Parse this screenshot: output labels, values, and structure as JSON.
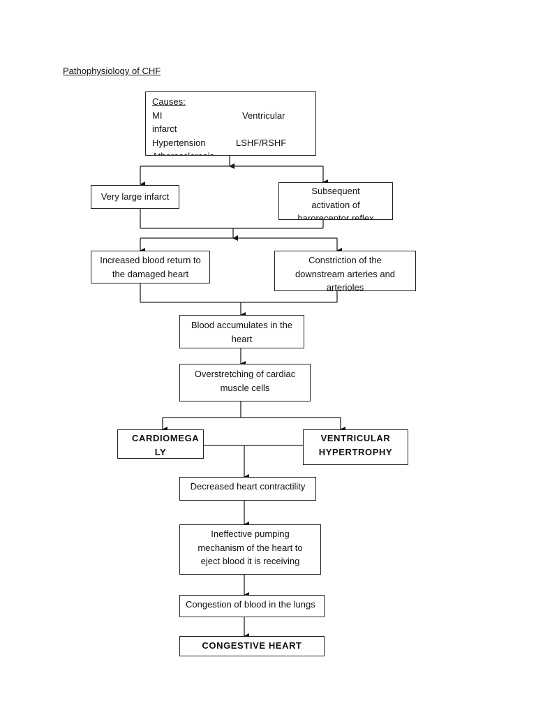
{
  "title": "Pathophysiology of CHF",
  "causes": {
    "heading": "Causes:",
    "rows": [
      {
        "left": "MI",
        "right": "Ventricular"
      },
      {
        "left": "infarct",
        "right": ""
      },
      {
        "left": "Hypertension",
        "right": "LSHF/RSHF"
      },
      {
        "left": "Atherosclerosis",
        "right": ""
      }
    ]
  },
  "nodes": {
    "very_large_infarct": "Very large infarct",
    "baroreceptor": "Subsequent activation of baroreceptor reflex",
    "increased_blood_return": "Increased blood return to the damaged heart",
    "constriction": "Constriction of the downstream arteries and arterioles",
    "blood_accumulates": "Blood accumulates in the heart",
    "overstretching": "Overstretching of cardiac muscle cells",
    "cardiomegaly": "CARDIOMEGA LY",
    "ventricular_hypertrophy": "VENTRICULAR HYPERTROPHY",
    "decreased_contractility": "Decreased heart contractility",
    "ineffective_pumping": "Ineffective pumping mechanism of the heart to eject blood it is receiving",
    "congestion": "Congestion of blood in the lungs",
    "congestive_heart": "CONGESTIVE HEART"
  }
}
